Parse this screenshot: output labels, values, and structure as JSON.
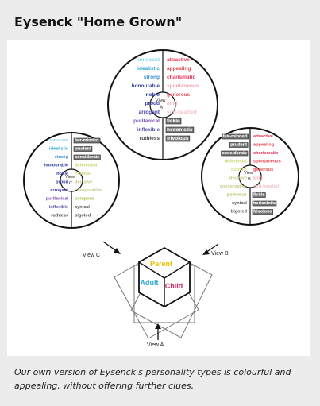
{
  "page": {
    "title": "Eysenck \"Home Grown\"",
    "caption": "Our own version of Eysenck's personality types is colourful and appealing, without offering further clues."
  },
  "wheels": {
    "a": {
      "center_label": [
        "View",
        "A"
      ],
      "left": [
        {
          "text": "innocent",
          "color": "#8ad6ea"
        },
        {
          "text": "idealistic",
          "color": "#2aa7cc"
        },
        {
          "text": "strong",
          "color": "#3f8dd2"
        },
        {
          "text": "honourable",
          "color": "#2f3f9c"
        },
        {
          "text": "noble",
          "color": "#2f3a9a"
        },
        {
          "text": "proud",
          "color": "#3a3d9e"
        },
        {
          "text": "arrogant",
          "color": "#4a3ea0"
        },
        {
          "text": "puritanical",
          "color": "#7a4bb0"
        },
        {
          "text": "inflexible",
          "color": "#5a55a8"
        },
        {
          "text": "ruthless",
          "color": "#444444"
        }
      ],
      "right": [
        {
          "text": "attractive",
          "color": "#e8334a",
          "boxed": false
        },
        {
          "text": "appealing",
          "color": "#e24a55",
          "boxed": false
        },
        {
          "text": "charismatic",
          "color": "#e8335e",
          "boxed": false
        },
        {
          "text": "spontaneous",
          "color": "#f2a0a8",
          "boxed": false
        },
        {
          "text": "generous",
          "color": "#e5505a",
          "boxed": false
        },
        {
          "text": "kind",
          "color": "#f2b3b8",
          "boxed": false
        },
        {
          "text": "soft-hearted",
          "color": "#f4c3c8",
          "boxed": false
        },
        {
          "text": "fickle",
          "color": "#ffffff",
          "boxed": true
        },
        {
          "text": "hedonistic",
          "color": "#ffffff",
          "boxed": true
        },
        {
          "text": "frivolous",
          "color": "#ffffff",
          "boxed": true
        }
      ]
    },
    "b": {
      "center_label": [
        "View",
        "B"
      ],
      "left": [
        {
          "text": "fair-minded",
          "color": "#ffffff",
          "boxed": true
        },
        {
          "text": "prudent",
          "color": "#ffffff",
          "boxed": true
        },
        {
          "text": "considerate",
          "color": "#ffffff",
          "boxed": true
        },
        {
          "text": "deferential",
          "color": "#c9d36a",
          "boxed": false
        },
        {
          "text": "humble",
          "color": "#d6d98a",
          "boxed": false
        },
        {
          "text": "decisive",
          "color": "#c7c98a",
          "boxed": false
        },
        {
          "text": "conservative",
          "color": "#c9cc88",
          "boxed": false
        },
        {
          "text": "pompous",
          "color": "#a9c14a",
          "boxed": false
        },
        {
          "text": "cynical",
          "color": "#555555",
          "boxed": false
        },
        {
          "text": "bigoted",
          "color": "#555555",
          "boxed": false
        }
      ],
      "right": [
        {
          "text": "attractive",
          "color": "#e8334a",
          "boxed": false
        },
        {
          "text": "appealing",
          "color": "#e24a55",
          "boxed": false
        },
        {
          "text": "charismatic",
          "color": "#e8335e",
          "boxed": false
        },
        {
          "text": "spontaneous",
          "color": "#e5505a",
          "boxed": false
        },
        {
          "text": "generous",
          "color": "#e5505a",
          "boxed": false
        },
        {
          "text": "kind",
          "color": "#f2b3b8",
          "boxed": false
        },
        {
          "text": "soft-hearted",
          "color": "#f4c3c8",
          "boxed": false
        },
        {
          "text": "fickle",
          "color": "#ffffff",
          "boxed": true
        },
        {
          "text": "hedonistic",
          "color": "#ffffff",
          "boxed": true
        },
        {
          "text": "frivolous",
          "color": "#ffffff",
          "boxed": true
        }
      ]
    },
    "c": {
      "center_label": [
        "View",
        "C"
      ],
      "left": [
        {
          "text": "innocent",
          "color": "#8ad6ea"
        },
        {
          "text": "idealistic",
          "color": "#2aa7cc"
        },
        {
          "text": "strong",
          "color": "#3f8dd2"
        },
        {
          "text": "honourable",
          "color": "#2f3f9c"
        },
        {
          "text": "noble",
          "color": "#2f3a9a"
        },
        {
          "text": "proud",
          "color": "#3a3d9e"
        },
        {
          "text": "arrogant",
          "color": "#4a3ea0"
        },
        {
          "text": "puritanical",
          "color": "#7a4bb0"
        },
        {
          "text": "inflexible",
          "color": "#5a55a8"
        },
        {
          "text": "ruthless",
          "color": "#444444"
        }
      ],
      "right": [
        {
          "text": "fair-minded",
          "color": "#ffffff",
          "boxed": true
        },
        {
          "text": "prudent",
          "color": "#ffffff",
          "boxed": true
        },
        {
          "text": "considerate",
          "color": "#ffffff",
          "boxed": true
        },
        {
          "text": "deferential",
          "color": "#c9d36a",
          "boxed": false
        },
        {
          "text": "humble",
          "color": "#d6d98a",
          "boxed": false
        },
        {
          "text": "decisive",
          "color": "#c7c98a",
          "boxed": false
        },
        {
          "text": "conservative",
          "color": "#c9cc88",
          "boxed": false
        },
        {
          "text": "pompous",
          "color": "#a9c14a",
          "boxed": false
        },
        {
          "text": "cynical",
          "color": "#555555",
          "boxed": false
        },
        {
          "text": "bigoted",
          "color": "#555555",
          "boxed": false
        }
      ]
    }
  },
  "cube": {
    "faces": [
      {
        "text": "Parent",
        "color": "#e6c200"
      },
      {
        "text": "Adult",
        "color": "#35a9d6"
      },
      {
        "text": "Child",
        "color": "#d6295a"
      }
    ],
    "view_labels": [
      "View C",
      "View B",
      "View A"
    ]
  },
  "colors": {
    "box_fill": "#777777",
    "outline": "#111111",
    "panel_bg": "#ffffff",
    "page_bg": "#ececec"
  }
}
